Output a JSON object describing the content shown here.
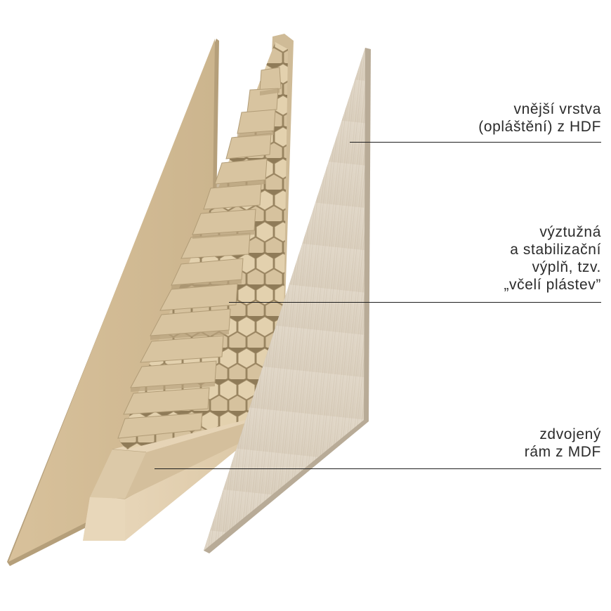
{
  "colors": {
    "background": "#ffffff",
    "board_light": "#e2d0b1",
    "board_shadow": "#c4b08d",
    "honeycomb_face": "#d9c6a3",
    "honeycomb_shadow": "#a9946f",
    "hdf_skin": "#dcd2c2",
    "leader_line": "#1e1e1e",
    "text": "#2b2b2b"
  },
  "labels": {
    "outer_layer": {
      "lines": [
        "vnější vrstva",
        "(opláštění) z HDF"
      ]
    },
    "honeycomb_fill": {
      "lines": [
        "výztužná",
        "a stabilizační",
        "výplň, tzv.",
        "„včelí plástev”"
      ]
    },
    "double_frame": {
      "lines": [
        "zdvojený",
        "rám z MDF"
      ]
    }
  }
}
